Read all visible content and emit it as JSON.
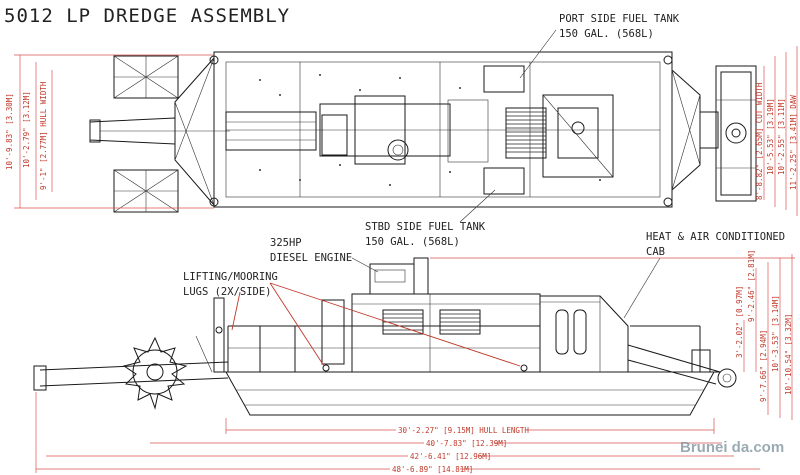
{
  "title": "5012 LP DREDGE ASSEMBLY",
  "callouts": {
    "port_tank": [
      "PORT SIDE FUEL TANK",
      "150 GAL. (568L)"
    ],
    "stbd_tank": [
      "STBD SIDE FUEL TANK",
      "150 GAL. (568L)"
    ],
    "engine": [
      "325HP",
      "DIESEL ENGINE"
    ],
    "lugs": [
      "LIFTING/MOORING",
      "LUGS (2X/SIDE)"
    ],
    "cab": [
      "HEAT & AIR CONDITIONED",
      "CAB"
    ]
  },
  "top_dims_left": [
    "10'-9.83\" [3.30M]",
    "10'-2.79\" [3.12M]",
    "9'-1\" [2.77M] HULL WIDTH"
  ],
  "top_dims_right": [
    "8'-8.82\" [2.65M] CUT WIDTH",
    "10'-5.53\" [3.19M]",
    "10'-2.55\" [3.11M]",
    "11'-2.25\" [3.41M] DAW"
  ],
  "side_dims_right": [
    "3'-2.02\" [0.97M]",
    "9'-2.46\" [2.81M]",
    "9'-7.66\" [2.94M]",
    "10'-3.53\" [3.14M]",
    "10'-10.54\" [3.32M]"
  ],
  "bottom_dims": [
    "30'-2.27\" [9.15M] HULL LENGTH",
    "40'-7.83\" [12.39M]",
    "42'-6.41\" [12.96M]",
    "48'-6.89\" [14.81M]"
  ],
  "watermark": "Brunei da.com"
}
